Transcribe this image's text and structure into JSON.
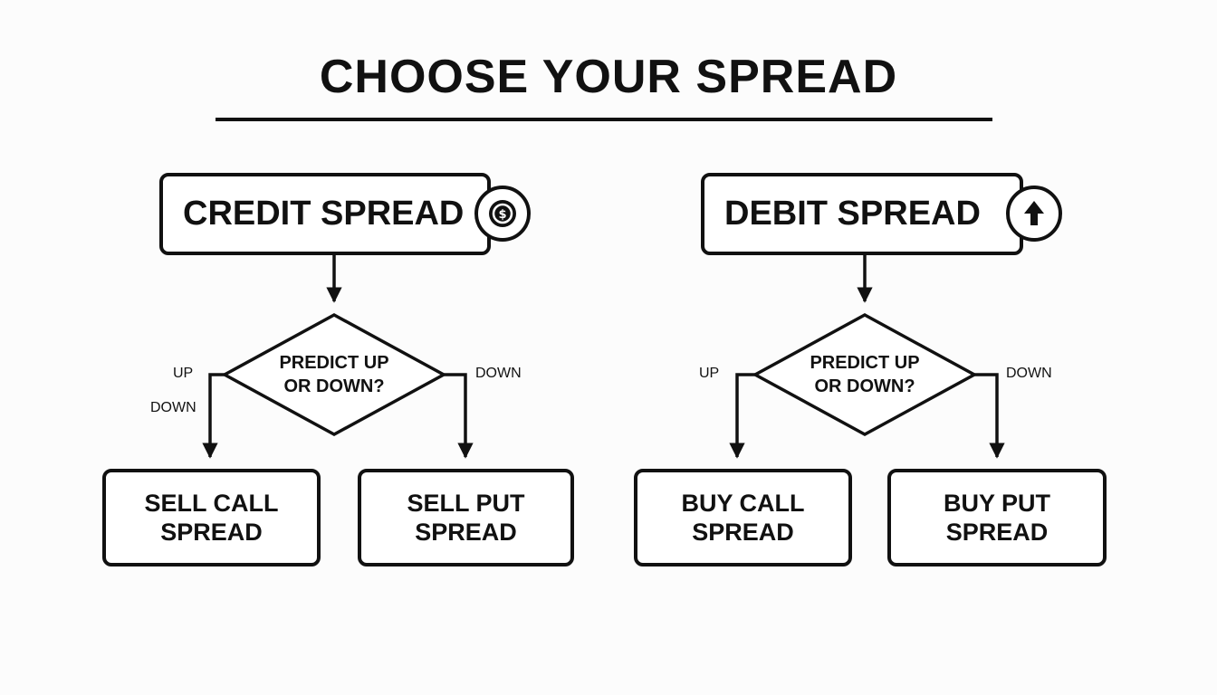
{
  "title": "CHOOSE YOUR SPREAD",
  "credit": {
    "header": "CREDIT SPREAD",
    "icon": "dollar-coin-icon",
    "decision": [
      "PREDICT UP",
      "OR DOWN?"
    ],
    "branch_up": "UP",
    "branch_down_left": "DOWN",
    "branch_down_right": "DOWN",
    "left_outcome": [
      "SELL CALL",
      "SPREAD"
    ],
    "right_outcome": [
      "SELL PUT",
      "SPREAD"
    ]
  },
  "debit": {
    "header": "DEBIT SPREAD",
    "icon": "arrow-up-icon",
    "decision": [
      "PREDICT UP",
      "OR DOWN?"
    ],
    "branch_up": "UP",
    "branch_down_right": "DOWN",
    "left_outcome": [
      "BUY CALL",
      "SPREAD"
    ],
    "right_outcome": [
      "BUY PUT",
      "SPREAD"
    ]
  }
}
